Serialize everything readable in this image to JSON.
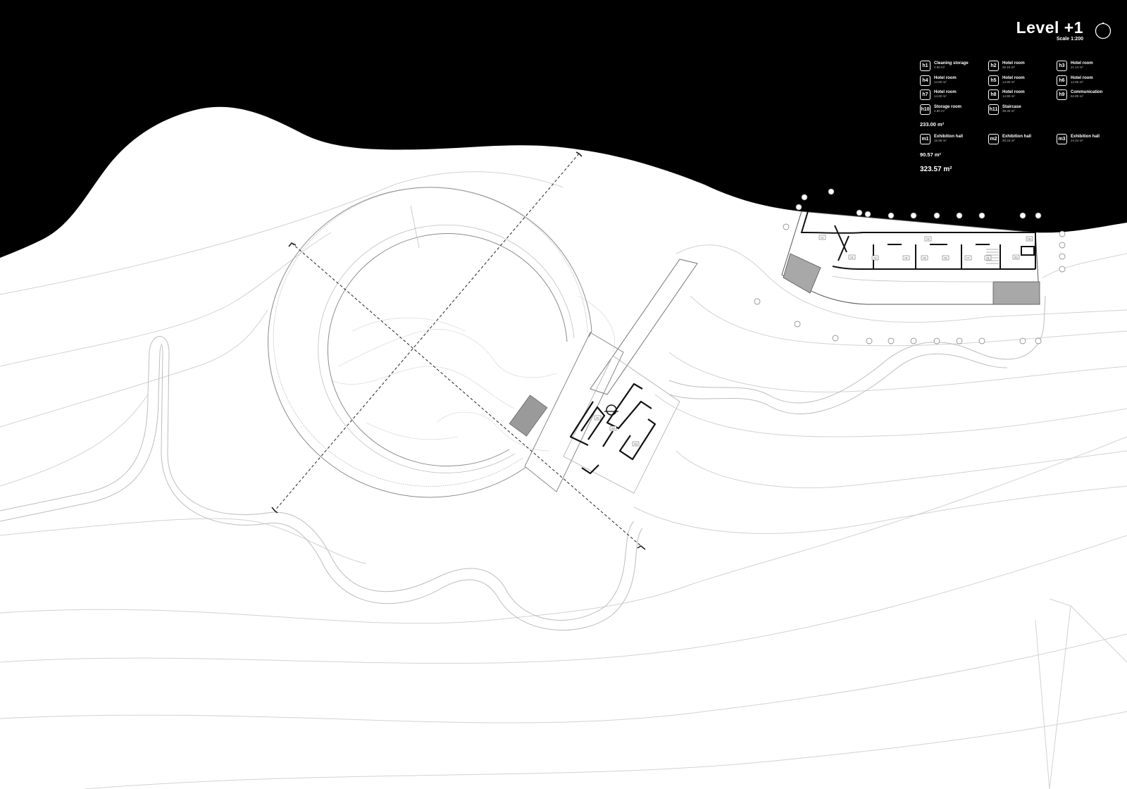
{
  "header": {
    "title": "Level +1",
    "scale": "Scale 1:200"
  },
  "legend": {
    "hotel_rooms": [
      {
        "code": "h1",
        "name": "Cleaning storage",
        "area": "4.80 m²"
      },
      {
        "code": "h2",
        "name": "Hotel room",
        "area": "26.16 m²"
      },
      {
        "code": "h3",
        "name": "Hotel room",
        "area": "21.14 m²"
      },
      {
        "code": "h4",
        "name": "Hotel room",
        "area": "14.80 m²"
      },
      {
        "code": "h5",
        "name": "Hotel room",
        "area": "14.80 m²"
      },
      {
        "code": "h6",
        "name": "Hotel room",
        "area": "14.80 m²"
      },
      {
        "code": "h7",
        "name": "Hotel room",
        "area": "14.80 m²"
      },
      {
        "code": "h8",
        "name": "Hotel room",
        "area": "14.80 m²"
      },
      {
        "code": "h9",
        "name": "Communication",
        "area": "62.80 m²"
      },
      {
        "code": "h10",
        "name": "Storage room",
        "area": "4.80 m²"
      },
      {
        "code": "h11",
        "name": "Staircase",
        "area": "39.30 m²"
      }
    ],
    "hotel_subtotal": "233.00 m²",
    "museum_rooms": [
      {
        "code": "m1",
        "name": "Exhibition hall",
        "area": "15.95 m²"
      },
      {
        "code": "m2",
        "name": "Exhibition hall",
        "area": "30.43 m²"
      },
      {
        "code": "m3",
        "name": "Exhibition hall",
        "area": "24.24 m²"
      }
    ],
    "museum_subtotal": "90.57 m²",
    "total": "323.57 m²"
  },
  "plan_labels": {
    "museum": [
      "m1",
      "m2",
      "m3"
    ],
    "hotel": [
      "h1",
      "h2",
      "h3",
      "h4",
      "h5",
      "h6",
      "h7",
      "h8",
      "h9",
      "h10",
      "h11"
    ]
  },
  "colors": {
    "sky": "#000000",
    "ground": "#ffffff",
    "contour": "#cfcfcf",
    "wall": "#111111",
    "hatch": "#a8a8a8",
    "fill_gray": "#9a9a9a"
  },
  "icons": {
    "north": "north-arrow-icon"
  }
}
